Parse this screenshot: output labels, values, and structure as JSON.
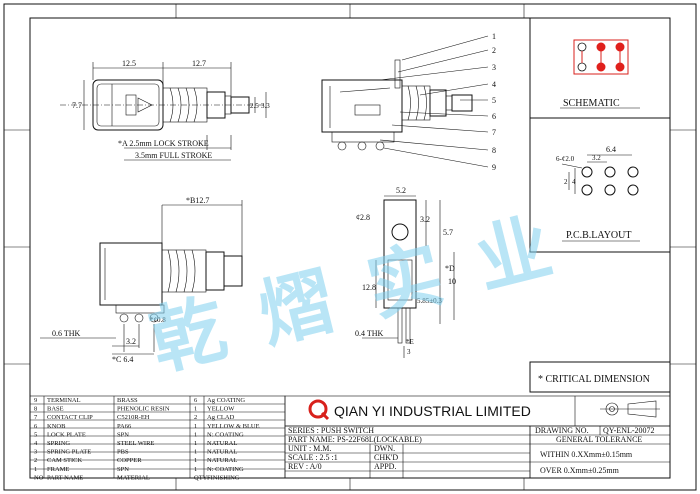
{
  "drawing": {
    "front": {
      "dim_12_5": "12.5",
      "dim_12_7": "12.7",
      "dim_7_7": "7.7",
      "dim_2_5": "2.5",
      "dim_3_3": "3.3",
      "lock_stroke": "*A 2.5mm LOCK STROKE",
      "full_stroke": "3.5mm FULL STROKE"
    },
    "side_callouts": [
      "1",
      "2",
      "3",
      "4",
      "5",
      "6",
      "7",
      "8",
      "9"
    ],
    "bottom": {
      "dim_b": "*B12.7",
      "thk": "0.6 THK",
      "dim_3_2": "3.2",
      "dim_c": "*C 6.4",
      "dim_d08": "*¢0.8"
    },
    "end": {
      "dim_5_2": "5.2",
      "dim_2_8": "¢2.8",
      "dim_3_2": "3.2",
      "dim_5_7": "5.7",
      "dim_12_8": "12.8",
      "dim_5_85": "5.85±0.3",
      "dim_d": "*D",
      "dim_10": "10",
      "thk": "0.4 THK",
      "dim_e": "*E",
      "dim_3": "3"
    }
  },
  "schematic": {
    "title": "SCHEMATIC"
  },
  "pcb": {
    "title": "P.C.B.LAYOUT",
    "dim_6_4": "6.4",
    "dim_3_2": "3.2",
    "dim_hole": "6-¢2.0",
    "dim_2": "2",
    "dim_4": "4"
  },
  "watermark": "乾 熠 实 业",
  "critical": "* CRITICAL  DIMENSION",
  "company": "QIAN YI INDUSTRIAL LIMITED",
  "bom": {
    "rows": [
      [
        "9",
        "TERMINAL",
        "BRASS",
        "6",
        "Ag COATING"
      ],
      [
        "8",
        "BASE",
        "PHENOLIC RESIN",
        "1",
        "YELLOW"
      ],
      [
        "7",
        "CONTACT CLIP",
        "C5210R-EH",
        "2",
        "Ag CLAD"
      ],
      [
        "6",
        "KNOB",
        "PA66",
        "1",
        "YELLOW & BLUE"
      ],
      [
        "5",
        "LOCK PLATE",
        "SPN",
        "1",
        "N: COATING"
      ],
      [
        "4",
        "SPRING",
        "STEEL WIRE",
        "1",
        "NATURAL"
      ],
      [
        "3",
        "SPRING PLATE",
        "PBS",
        "1",
        "NATURAL"
      ],
      [
        "2",
        "CAM STICK",
        "COPPER",
        "1",
        "NATURAL"
      ],
      [
        "1",
        "FRAME",
        "SPN",
        "1",
        "N: COATING"
      ]
    ],
    "header": [
      "NO",
      "PART NAME",
      "MATERIAL",
      "QTY",
      "FINISHING"
    ]
  },
  "title_block": {
    "series": "SERIES : PUSH SWITCH",
    "part_name": "PART NAME: PS-22F68L(LOCKABLE)",
    "unit": "UNIT : M.M.",
    "scale": "SCALE : 2.5 :1",
    "rev": "REV   : A/0",
    "dwn": "DWN.",
    "chkd": "CHK'D",
    "appd": "APPD.",
    "drawing_no_label": "DRAWING NO.",
    "drawing_no": "QY-ENL-20072",
    "tolerance_title": "GENERAL TOLERANCE",
    "tol_within": "WITHIN  0.XXmm±0.15mm",
    "tol_over": "OVER    0.Xmm±0.25mm"
  }
}
